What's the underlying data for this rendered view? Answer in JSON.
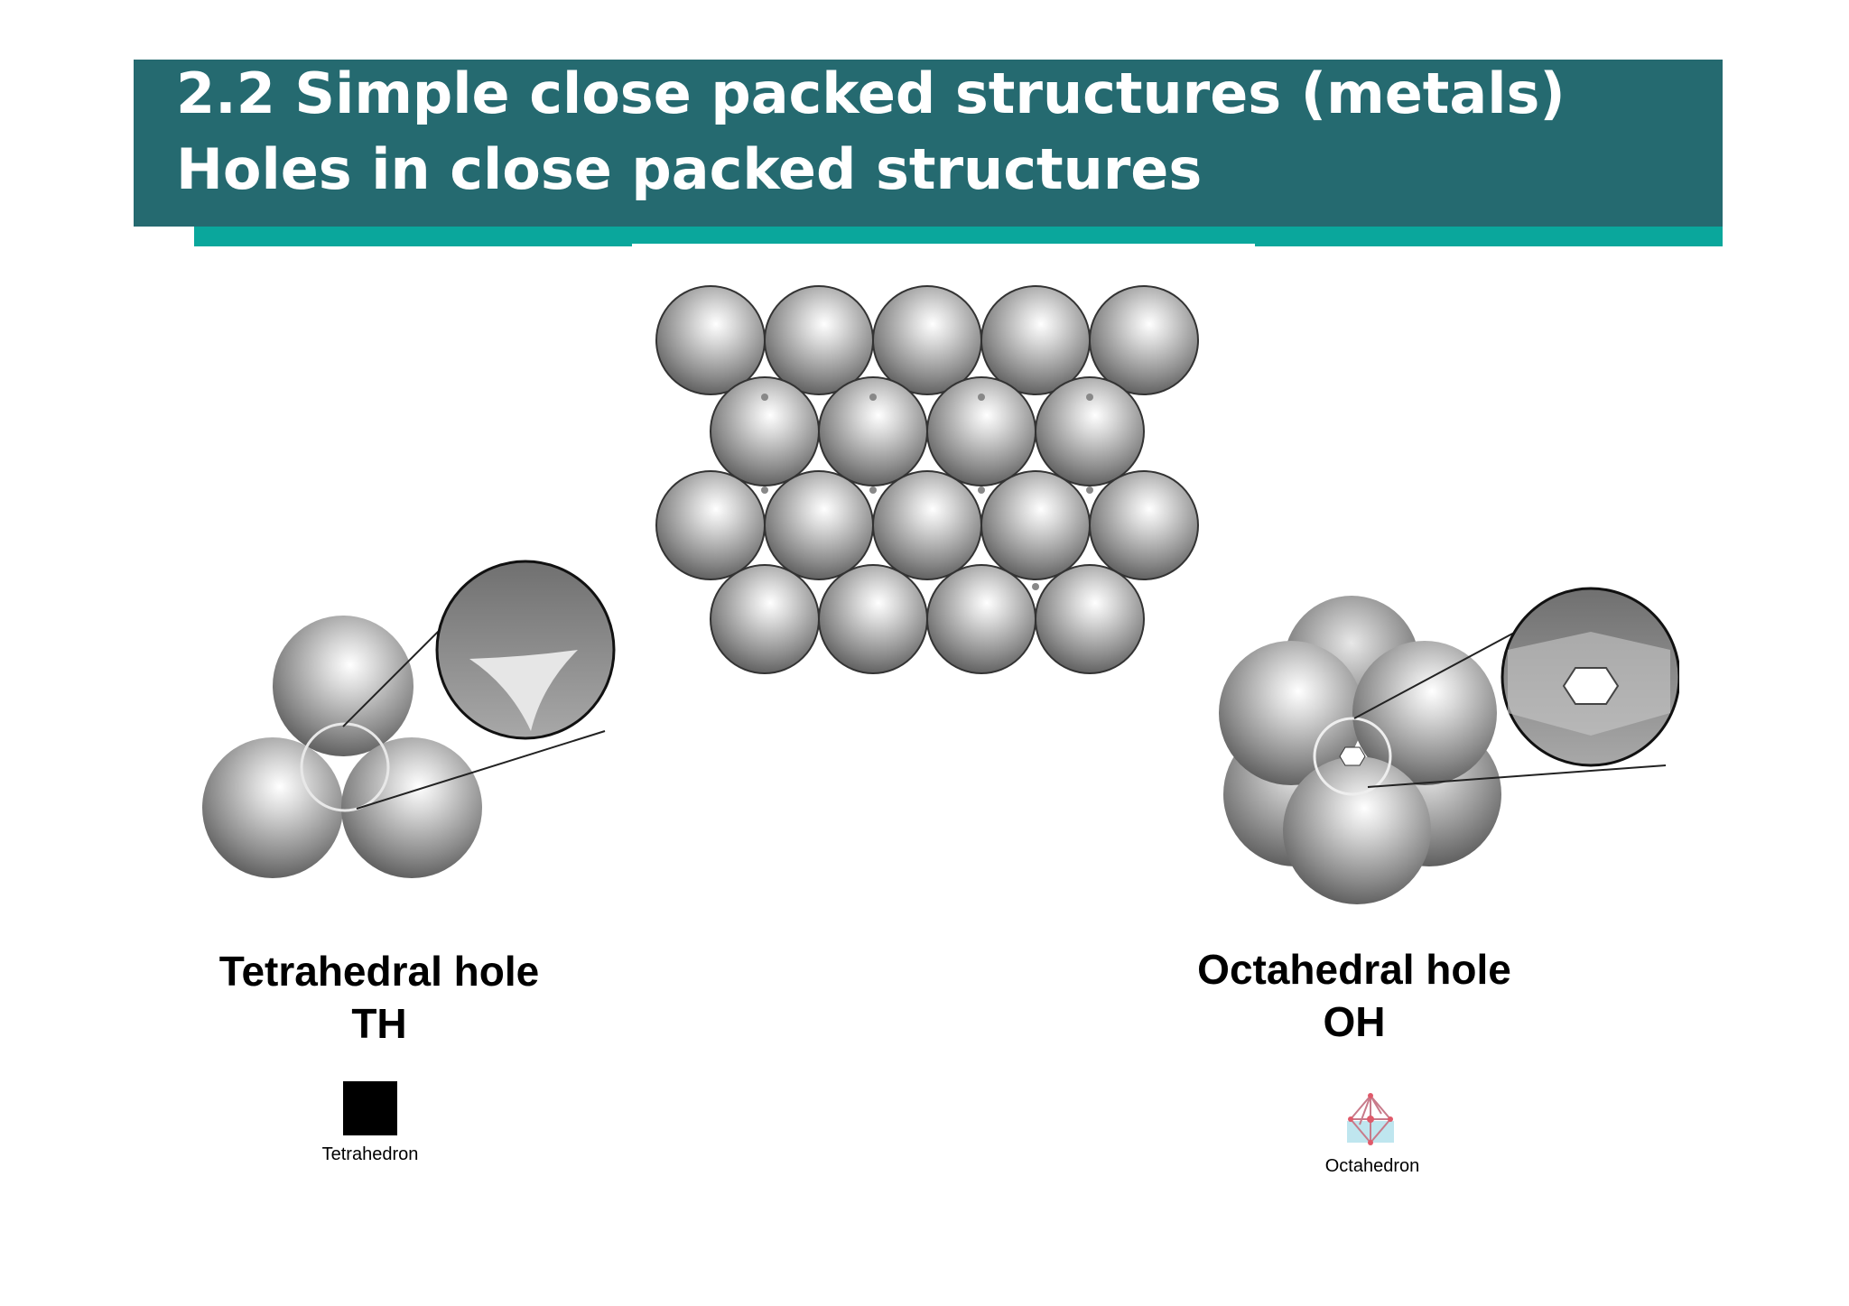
{
  "title": {
    "line1": "2.2 Simple close packed structures (metals)",
    "line2": "Holes in close packed structures"
  },
  "tetrahedral": {
    "label": "Tetrahedral hole",
    "abbr": "TH",
    "icon_caption": "Tetrahedron",
    "icon": "tetrahedron-icon"
  },
  "octahedral": {
    "label": "Octahedral hole",
    "abbr": "OH",
    "icon_caption": "Octahedron",
    "icon": "octahedron-icon"
  },
  "colors": {
    "title_bar": "#256a70",
    "title_accent": "#0aa79c",
    "title_text": "#ffffff"
  }
}
